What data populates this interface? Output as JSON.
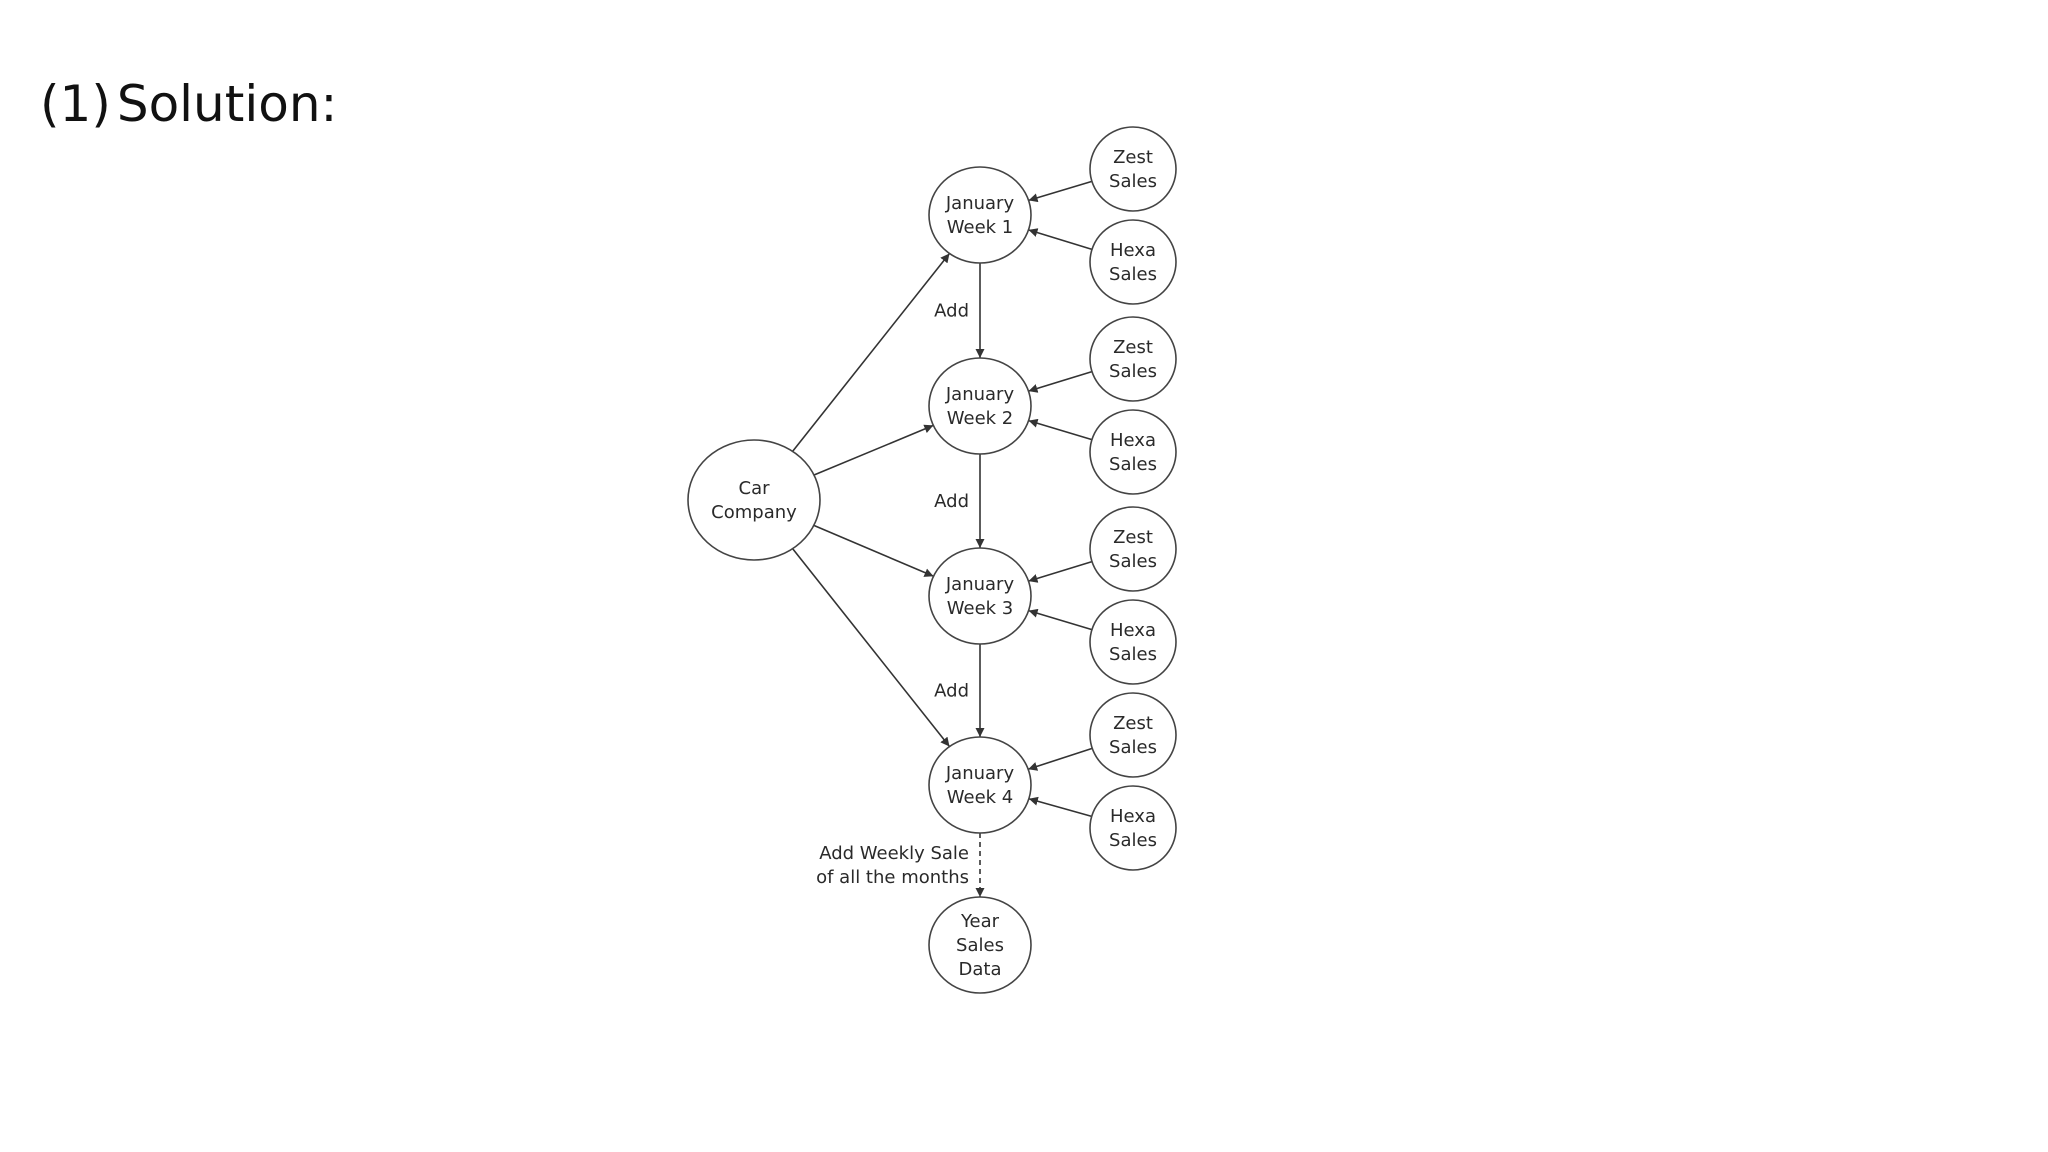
{
  "heading": {
    "number": "(1)",
    "text": "Solution:"
  },
  "diagram": {
    "root": {
      "id": "car",
      "lines": [
        "Car",
        "Company"
      ]
    },
    "weeks": [
      {
        "id": "w1",
        "lines": [
          "January",
          "Week 1"
        ]
      },
      {
        "id": "w2",
        "lines": [
          "January",
          "Week 2"
        ]
      },
      {
        "id": "w3",
        "lines": [
          "January",
          "Week 3"
        ]
      },
      {
        "id": "w4",
        "lines": [
          "January",
          "Week 4"
        ]
      }
    ],
    "sales_inputs": [
      {
        "id": "z1",
        "lines": [
          "Zest",
          "Sales"
        ],
        "target": "w1"
      },
      {
        "id": "h1",
        "lines": [
          "Hexa",
          "Sales"
        ],
        "target": "w1"
      },
      {
        "id": "z2",
        "lines": [
          "Zest",
          "Sales"
        ],
        "target": "w2"
      },
      {
        "id": "h2",
        "lines": [
          "Hexa",
          "Sales"
        ],
        "target": "w2"
      },
      {
        "id": "z3",
        "lines": [
          "Zest",
          "Sales"
        ],
        "target": "w3"
      },
      {
        "id": "h3",
        "lines": [
          "Hexa",
          "Sales"
        ],
        "target": "w3"
      },
      {
        "id": "z4",
        "lines": [
          "Zest",
          "Sales"
        ],
        "target": "w4"
      },
      {
        "id": "h4",
        "lines": [
          "Hexa",
          "Sales"
        ],
        "target": "w4"
      }
    ],
    "output": {
      "id": "year",
      "lines": [
        "Year",
        "Sales",
        "Data"
      ]
    },
    "edges": [
      {
        "from": "car",
        "to": "w1"
      },
      {
        "from": "car",
        "to": "w2"
      },
      {
        "from": "car",
        "to": "w3"
      },
      {
        "from": "car",
        "to": "w4"
      },
      {
        "from": "w1",
        "to": "w2",
        "label": "Add"
      },
      {
        "from": "w2",
        "to": "w3",
        "label": "Add"
      },
      {
        "from": "w3",
        "to": "w4",
        "label": "Add"
      },
      {
        "from": "w4",
        "to": "year",
        "label": [
          "Add Weekly Sale",
          "of all the months"
        ],
        "style": "dashed"
      },
      {
        "from": "z1",
        "to": "w1"
      },
      {
        "from": "h1",
        "to": "w1"
      },
      {
        "from": "z2",
        "to": "w2"
      },
      {
        "from": "h2",
        "to": "w2"
      },
      {
        "from": "z3",
        "to": "w3"
      },
      {
        "from": "h3",
        "to": "w3"
      },
      {
        "from": "z4",
        "to": "w4"
      },
      {
        "from": "h4",
        "to": "w4"
      }
    ]
  }
}
